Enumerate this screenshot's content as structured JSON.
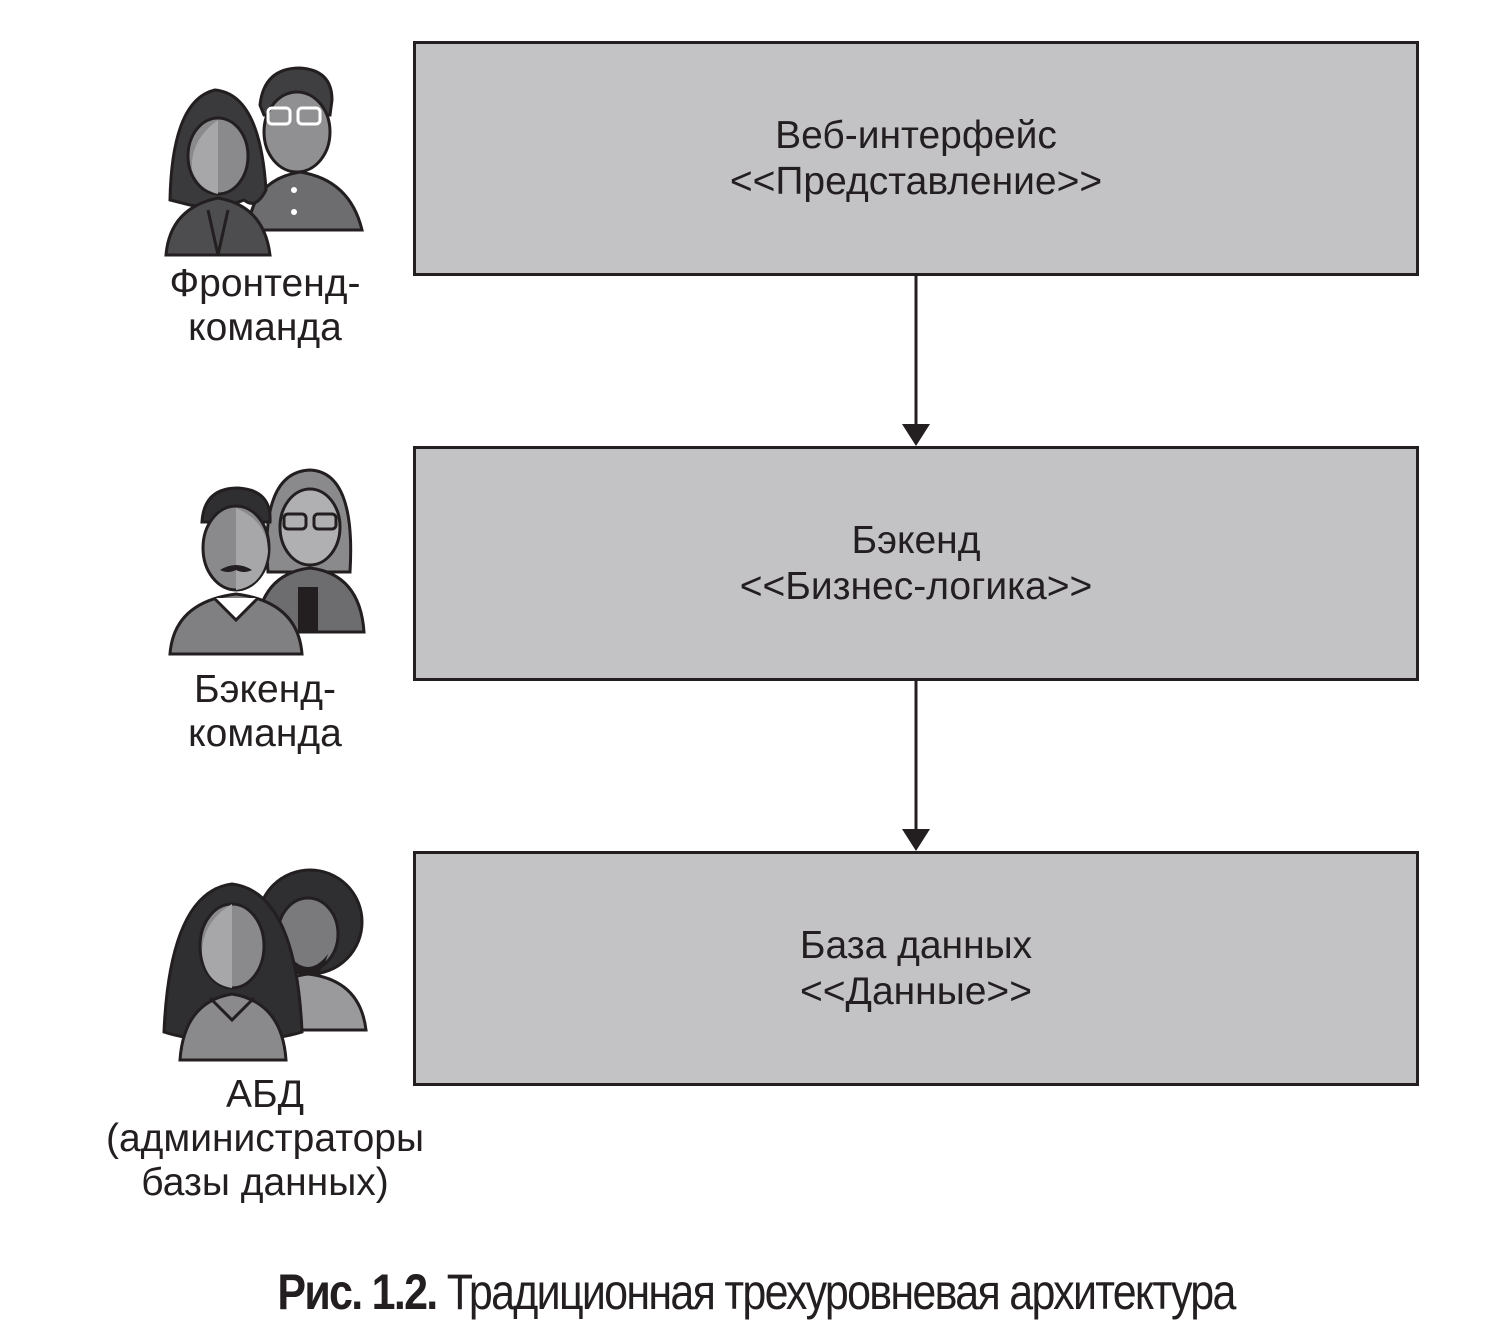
{
  "layers": {
    "web": {
      "line1": "Веб-интерфейс",
      "line2": "<<Представление>>"
    },
    "backend": {
      "line1": "Бэкенд",
      "line2": "<<Бизнес-логика>>"
    },
    "database": {
      "line1": "База данных",
      "line2": "<<Данные>>"
    }
  },
  "teams": {
    "frontend": {
      "line1": "Фронтенд-",
      "line2": "команда",
      "icon": "people-group-icon"
    },
    "backend": {
      "line1": "Бэкенд-",
      "line2": "команда",
      "icon": "people-group-icon"
    },
    "dba": {
      "line1": "АБД",
      "line2": "(администраторы",
      "line3": "базы данных)",
      "icon": "people-group-icon"
    }
  },
  "caption": {
    "label": "Рис. 1.2.",
    "text": "Традиционная трехуровневая архитектура"
  },
  "colors": {
    "box_fill": "#c3c3c6",
    "stroke": "#231f20",
    "figure_dark": "#4d4d4f",
    "figure_mid": "#808082",
    "figure_light": "#a7a7a9"
  }
}
